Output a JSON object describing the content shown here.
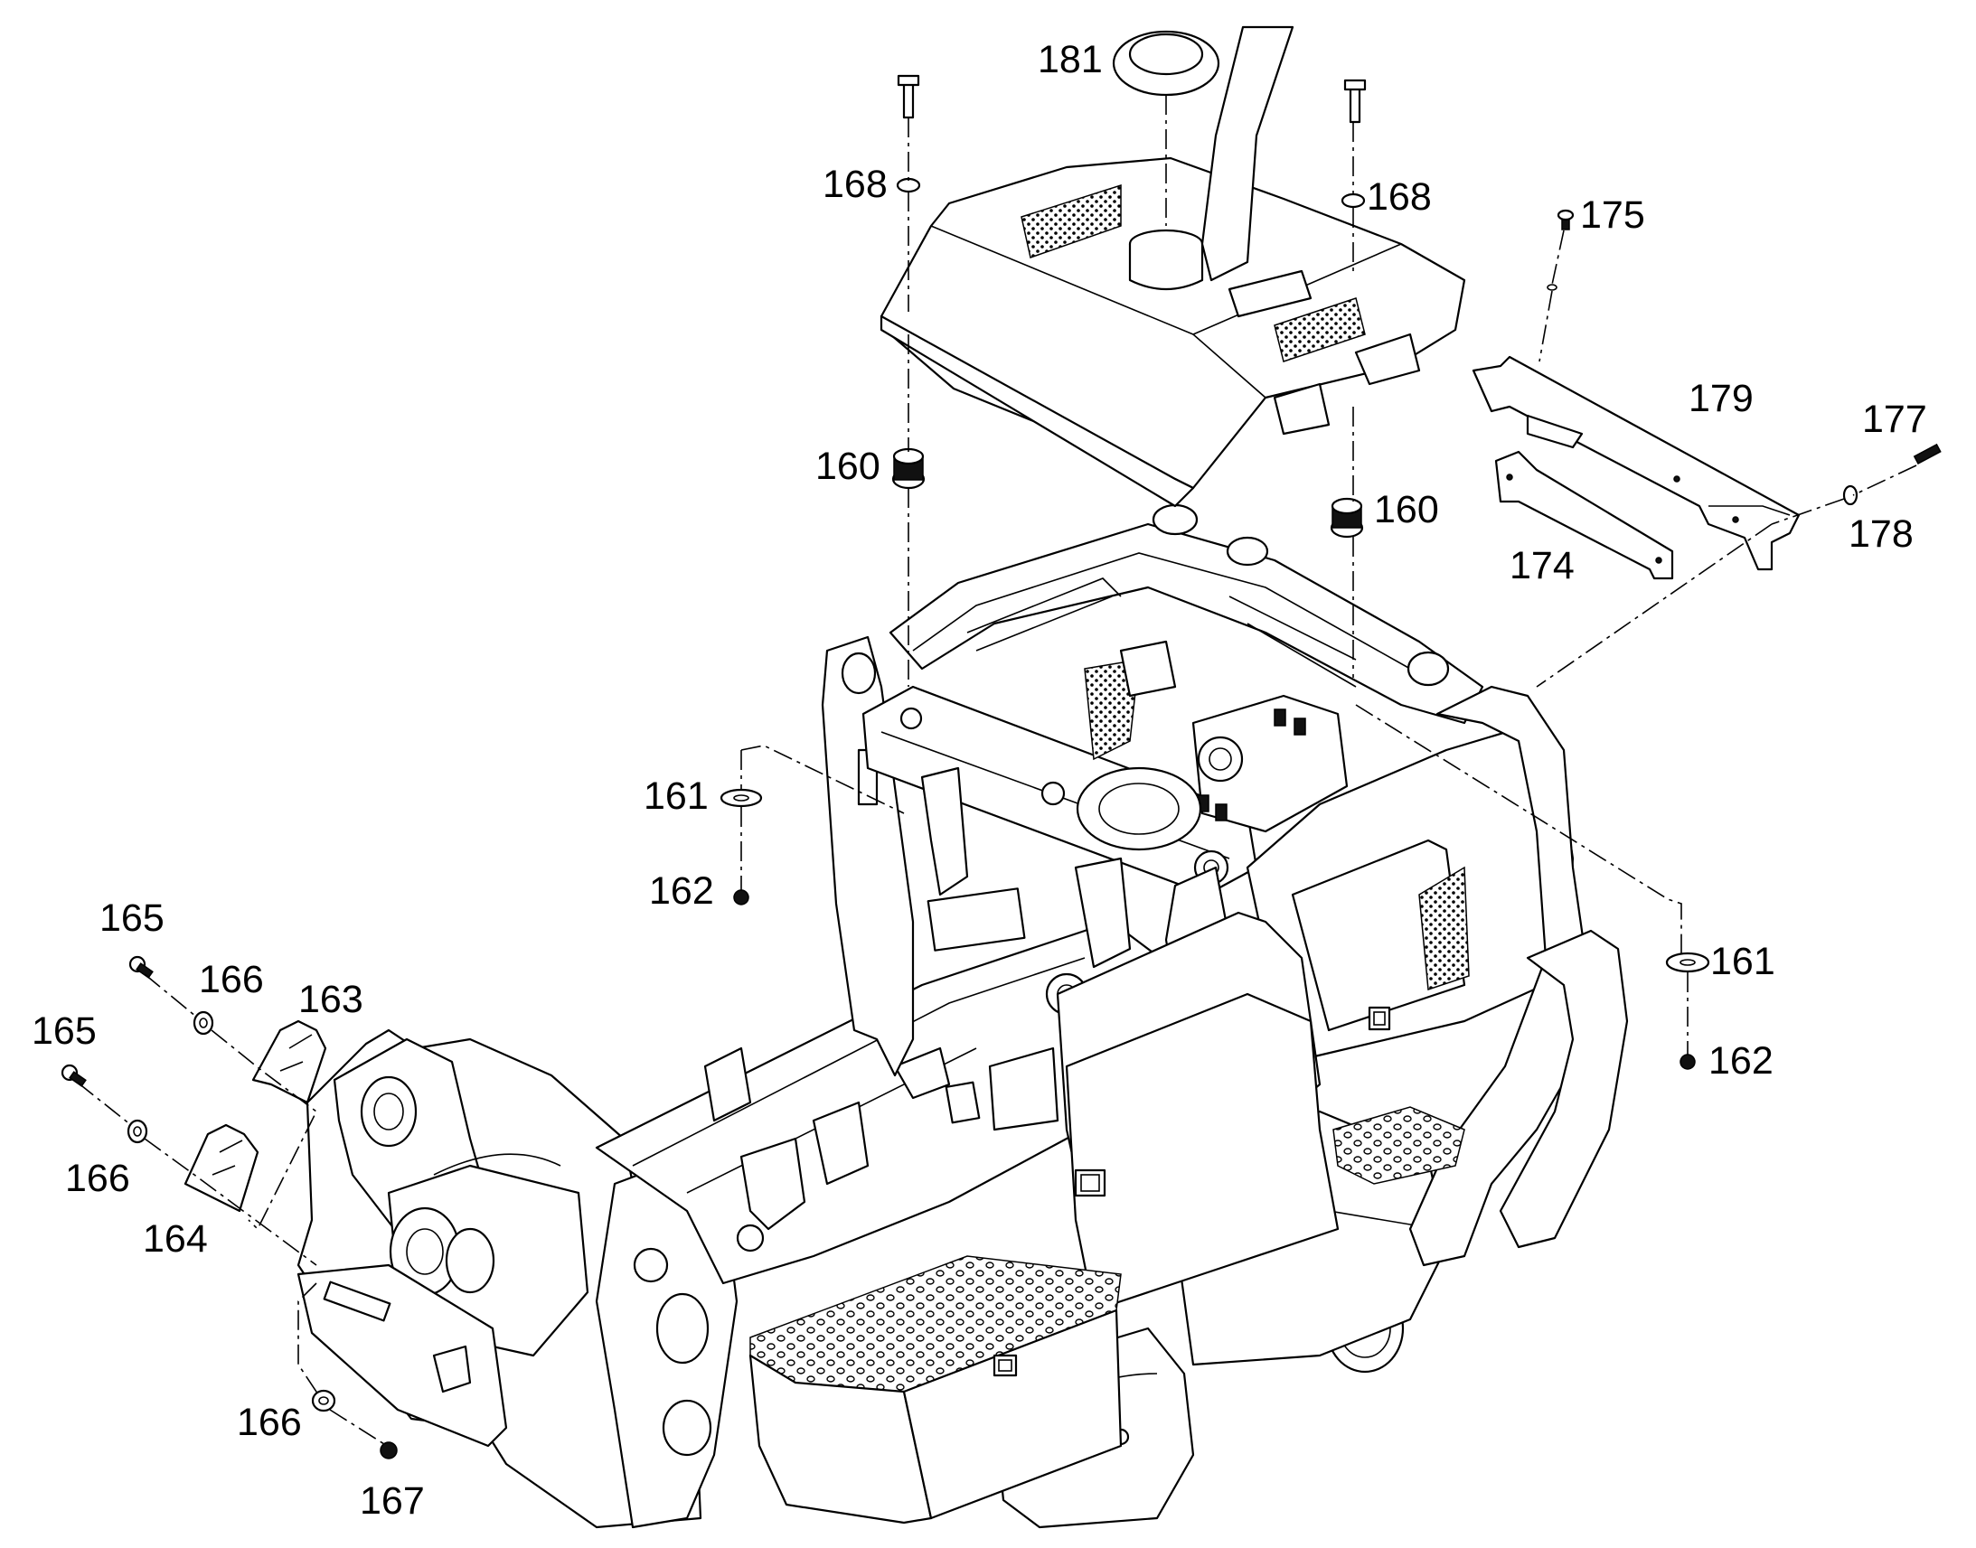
{
  "callouts": {
    "c181": "181",
    "c168_left": "168",
    "c168_right": "168",
    "c175": "175",
    "c179": "179",
    "c177": "177",
    "c178": "178",
    "c174": "174",
    "c160_left": "160",
    "c160_right": "160",
    "c161_left": "161",
    "c162_left": "162",
    "c161_right": "161",
    "c162_right": "162",
    "c165_top": "165",
    "c166_top": "166",
    "c163": "163",
    "c165_bottom": "165",
    "c166_mid": "166",
    "c164": "164",
    "c166_bottom": "166",
    "c167": "167"
  }
}
